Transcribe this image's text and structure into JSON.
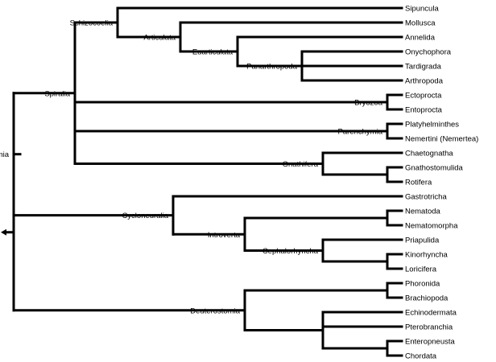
{
  "tree": {
    "label": "Protostomia",
    "children": [
      {
        "label": "Spiralia",
        "children": [
          {
            "label": "Schizocoelia",
            "children": [
              {
                "label": "Sipuncula"
              },
              {
                "label": "Articulata",
                "children": [
                  {
                    "label": "Mollusca"
                  },
                  {
                    "label": "Euarticulata",
                    "children": [
                      {
                        "label": "Annelida"
                      },
                      {
                        "label": "Panarthropoda",
                        "children": [
                          {
                            "label": "Onychophora"
                          },
                          {
                            "label": "Tardigrada"
                          },
                          {
                            "label": "Arthropoda"
                          }
                        ]
                      }
                    ]
                  }
                ]
              }
            ]
          },
          {
            "label": "Bryozoa",
            "children": [
              {
                "label": "Ectoprocta"
              },
              {
                "label": "Entoprocta"
              }
            ]
          },
          {
            "label": "Parenchymia",
            "children": [
              {
                "label": "Platyhelminthes"
              },
              {
                "label": "Nemertini (Nemertea)"
              }
            ]
          },
          {
            "label": "Gnathifera",
            "children": [
              {
                "label": "Chaetognatha"
              },
              {
                "label": "",
                "children": [
                  {
                    "label": "Gnathostomulida"
                  },
                  {
                    "label": "Rotifera"
                  }
                ]
              }
            ]
          }
        ]
      },
      {
        "label": "Cycloneuralia",
        "children": [
          {
            "label": "Gastrotricha"
          },
          {
            "label": "Introverta",
            "children": [
              {
                "label": "",
                "children": [
                  {
                    "label": "Nematoda"
                  },
                  {
                    "label": "Nematomorpha"
                  }
                ]
              },
              {
                "label": "Cephalorhyncha",
                "children": [
                  {
                    "label": "Priapulida"
                  },
                  {
                    "label": "",
                    "children": [
                      {
                        "label": "Kinorhyncha"
                      },
                      {
                        "label": "Loricifera"
                      }
                    ]
                  }
                ]
              }
            ]
          }
        ]
      }
    ]
  },
  "deuterostomia": {
    "label": "Deuterostomia",
    "children": [
      {
        "label": "",
        "children": [
          {
            "label": "Phoronida"
          },
          {
            "label": "Brachiopoda"
          }
        ]
      },
      {
        "label": "",
        "children": [
          {
            "label": "Echinodermata"
          },
          {
            "label": "Pterobranchia"
          },
          {
            "label": "",
            "children": [
              {
                "label": "Enteropneusta"
              },
              {
                "label": "Chordata"
              }
            ]
          }
        ]
      }
    ]
  }
}
